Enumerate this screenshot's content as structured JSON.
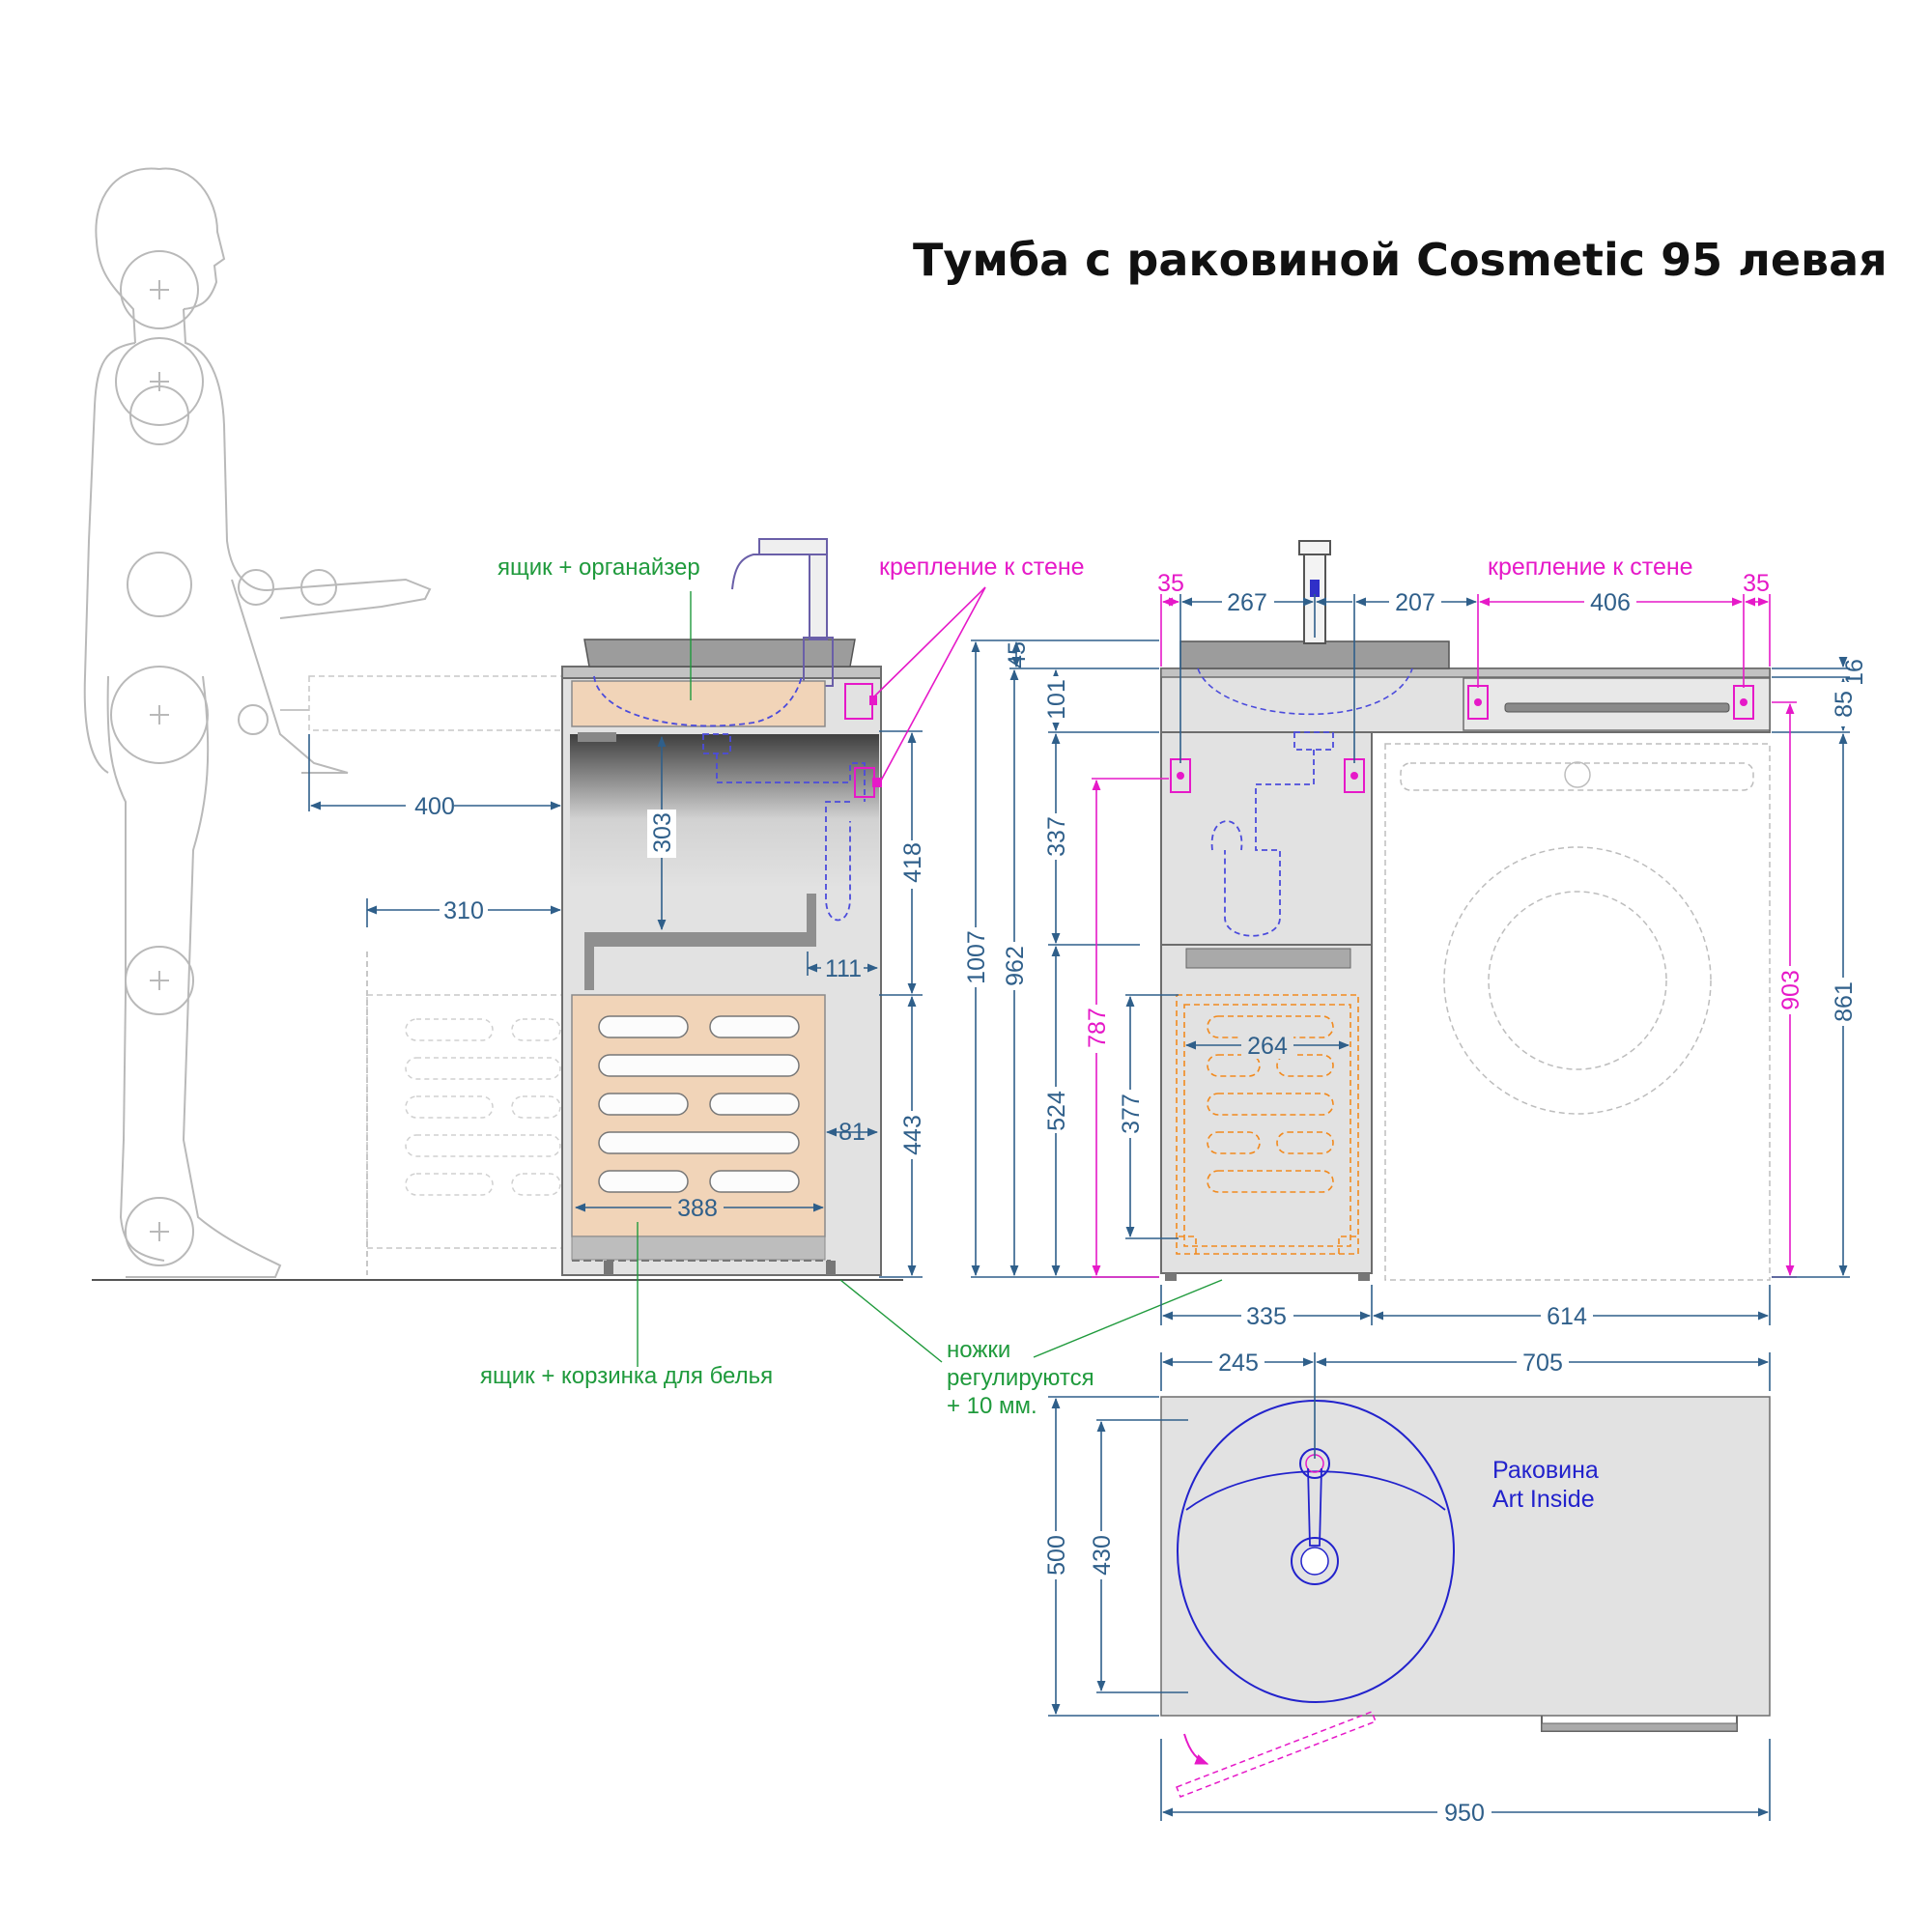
{
  "title": "Тумба с раковиной Cosmetic 95 левая",
  "labels": {
    "drawer_organizer": "ящик + органайзер",
    "wall_mount_side": "крепление к стене",
    "wall_mount_front": "крепление к стене",
    "drawer_basket": "ящик + корзинка для белья",
    "legs_1": "ножки",
    "legs_2": "регулируются",
    "legs_3": "+ 10 мм.",
    "sink_1": "Раковина",
    "sink_2": "Art Inside"
  },
  "dimensions": {
    "side": {
      "d400": "400",
      "d310": "310",
      "d303": "303",
      "d111": "111",
      "d81": "81",
      "d388": "388",
      "d418": "418",
      "d443": "443"
    },
    "front": {
      "d35a": "35",
      "d267": "267",
      "d207": "207",
      "d406": "406",
      "d35b": "35",
      "d45": "45",
      "d101": "101",
      "d337": "337",
      "d524": "524",
      "d1007": "1007",
      "d962": "962",
      "d787": "787",
      "d377": "377",
      "d264": "264",
      "d16": "16",
      "d85": "85",
      "d903": "903",
      "d861": "861",
      "d335": "335",
      "d614": "614"
    },
    "top": {
      "d245": "245",
      "d705": "705",
      "d500": "500",
      "d430": "430",
      "d950": "950"
    }
  },
  "colors": {
    "dimension": "#2f5f8a",
    "mount": "#e619c8",
    "callout": "#1f9a3c",
    "sink": "#2222cc",
    "drawer_fill": "#f1d4b8",
    "body": "#e2e2e2"
  }
}
